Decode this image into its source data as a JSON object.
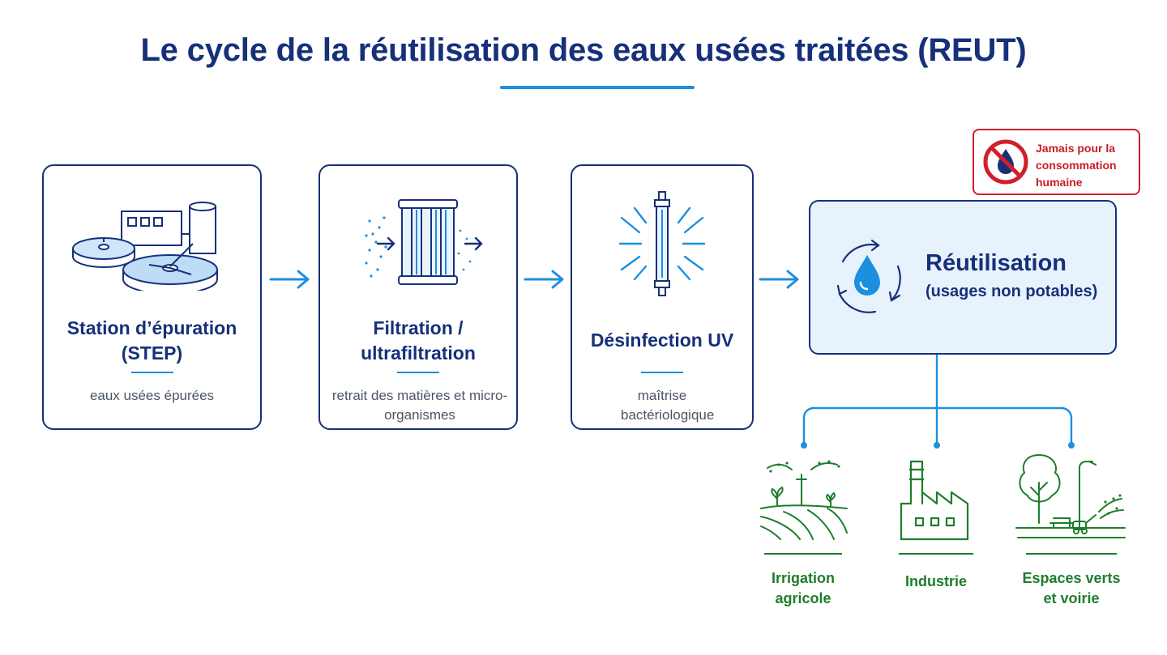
{
  "title": "Le cycle de la réutilisation des eaux usées traitées (REUT)",
  "steps": [
    {
      "title": "Station d’épuration (STEP)",
      "description": "eaux usées épurées",
      "icon": "treatment-plant-icon"
    },
    {
      "title": "Filtration / ultrafiltration",
      "description": "retrait des matières et micro-organismes",
      "icon": "filtration-membrane-icon"
    },
    {
      "title": "Désinfection UV",
      "description": "maîtrise bactériologique",
      "icon": "uv-lamp-icon"
    }
  ],
  "reuse": {
    "title": "Réutilisation",
    "subtitle": "(usages non potables)",
    "icon": "water-cycle-drop-icon"
  },
  "warning": {
    "text": "Jamais pour la consommation humaine",
    "icon": "no-drinking-water-icon"
  },
  "uses": [
    {
      "label": "Irrigation agricole",
      "icon": "irrigation-icon"
    },
    {
      "label": "Industrie",
      "icon": "factory-icon"
    },
    {
      "label": "Espaces verts et voirie",
      "icon": "park-icon"
    }
  ],
  "colors": {
    "navy": "#16307a",
    "accent_blue": "#1d8fe0",
    "green": "#1e7d2c",
    "red": "#d0202b",
    "reuse_fill": "#e8f2fc"
  }
}
